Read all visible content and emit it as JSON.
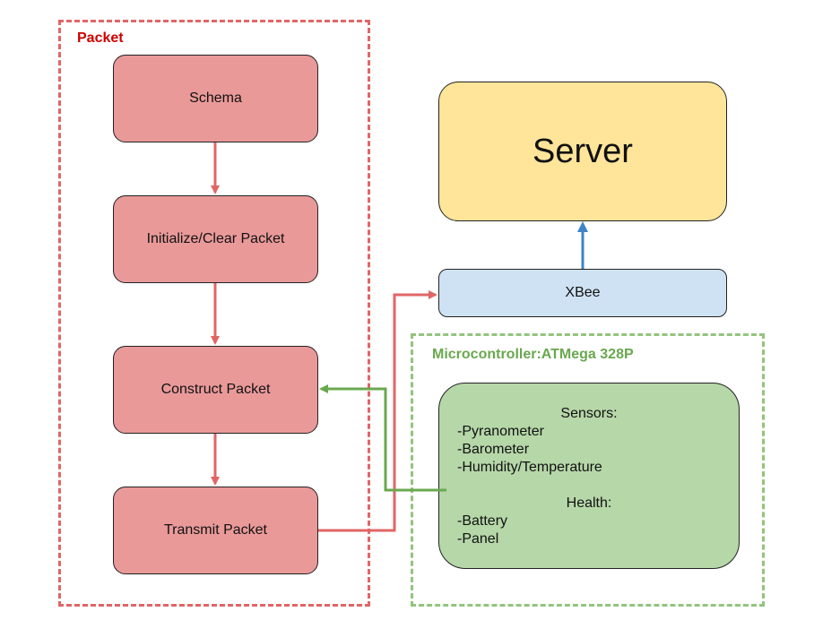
{
  "colors": {
    "packet_group": "#e06666",
    "packet_label": "#cc0000",
    "packet_fill": "#ea9999",
    "mcu_group": "#93c47d",
    "mcu_label": "#6aa84f",
    "mcu_fill": "#b6d7a8",
    "server_fill": "#ffe599",
    "xbee_fill": "#cfe2f3",
    "packet_arrow": "#e06666",
    "uplink_arrow": "#3d85c6",
    "sensor_arrow": "#6aa84f"
  },
  "packet_group": {
    "label": "Packet",
    "steps": [
      "Schema",
      "Initialize/Clear Packet",
      "Construct Packet",
      "Transmit Packet"
    ]
  },
  "server": {
    "label": "Server"
  },
  "xbee": {
    "label": "XBee"
  },
  "mcu_group": {
    "label": "Microcontroller:ATMega 328P",
    "sensors_heading": "Sensors:",
    "sensors": [
      "-Pyranometer",
      "-Barometer",
      "-Humidity/Temperature"
    ],
    "health_heading": "Health:",
    "health": [
      "-Battery",
      "-Panel"
    ]
  },
  "edges": [
    {
      "from": "Schema",
      "to": "Initialize/Clear Packet"
    },
    {
      "from": "Initialize/Clear Packet",
      "to": "Construct Packet"
    },
    {
      "from": "Construct Packet",
      "to": "Transmit Packet"
    },
    {
      "from": "Transmit Packet",
      "to": "XBee"
    },
    {
      "from": "XBee",
      "to": "Server"
    },
    {
      "from": "Microcontroller:ATMega 328P",
      "to": "Construct Packet"
    }
  ]
}
